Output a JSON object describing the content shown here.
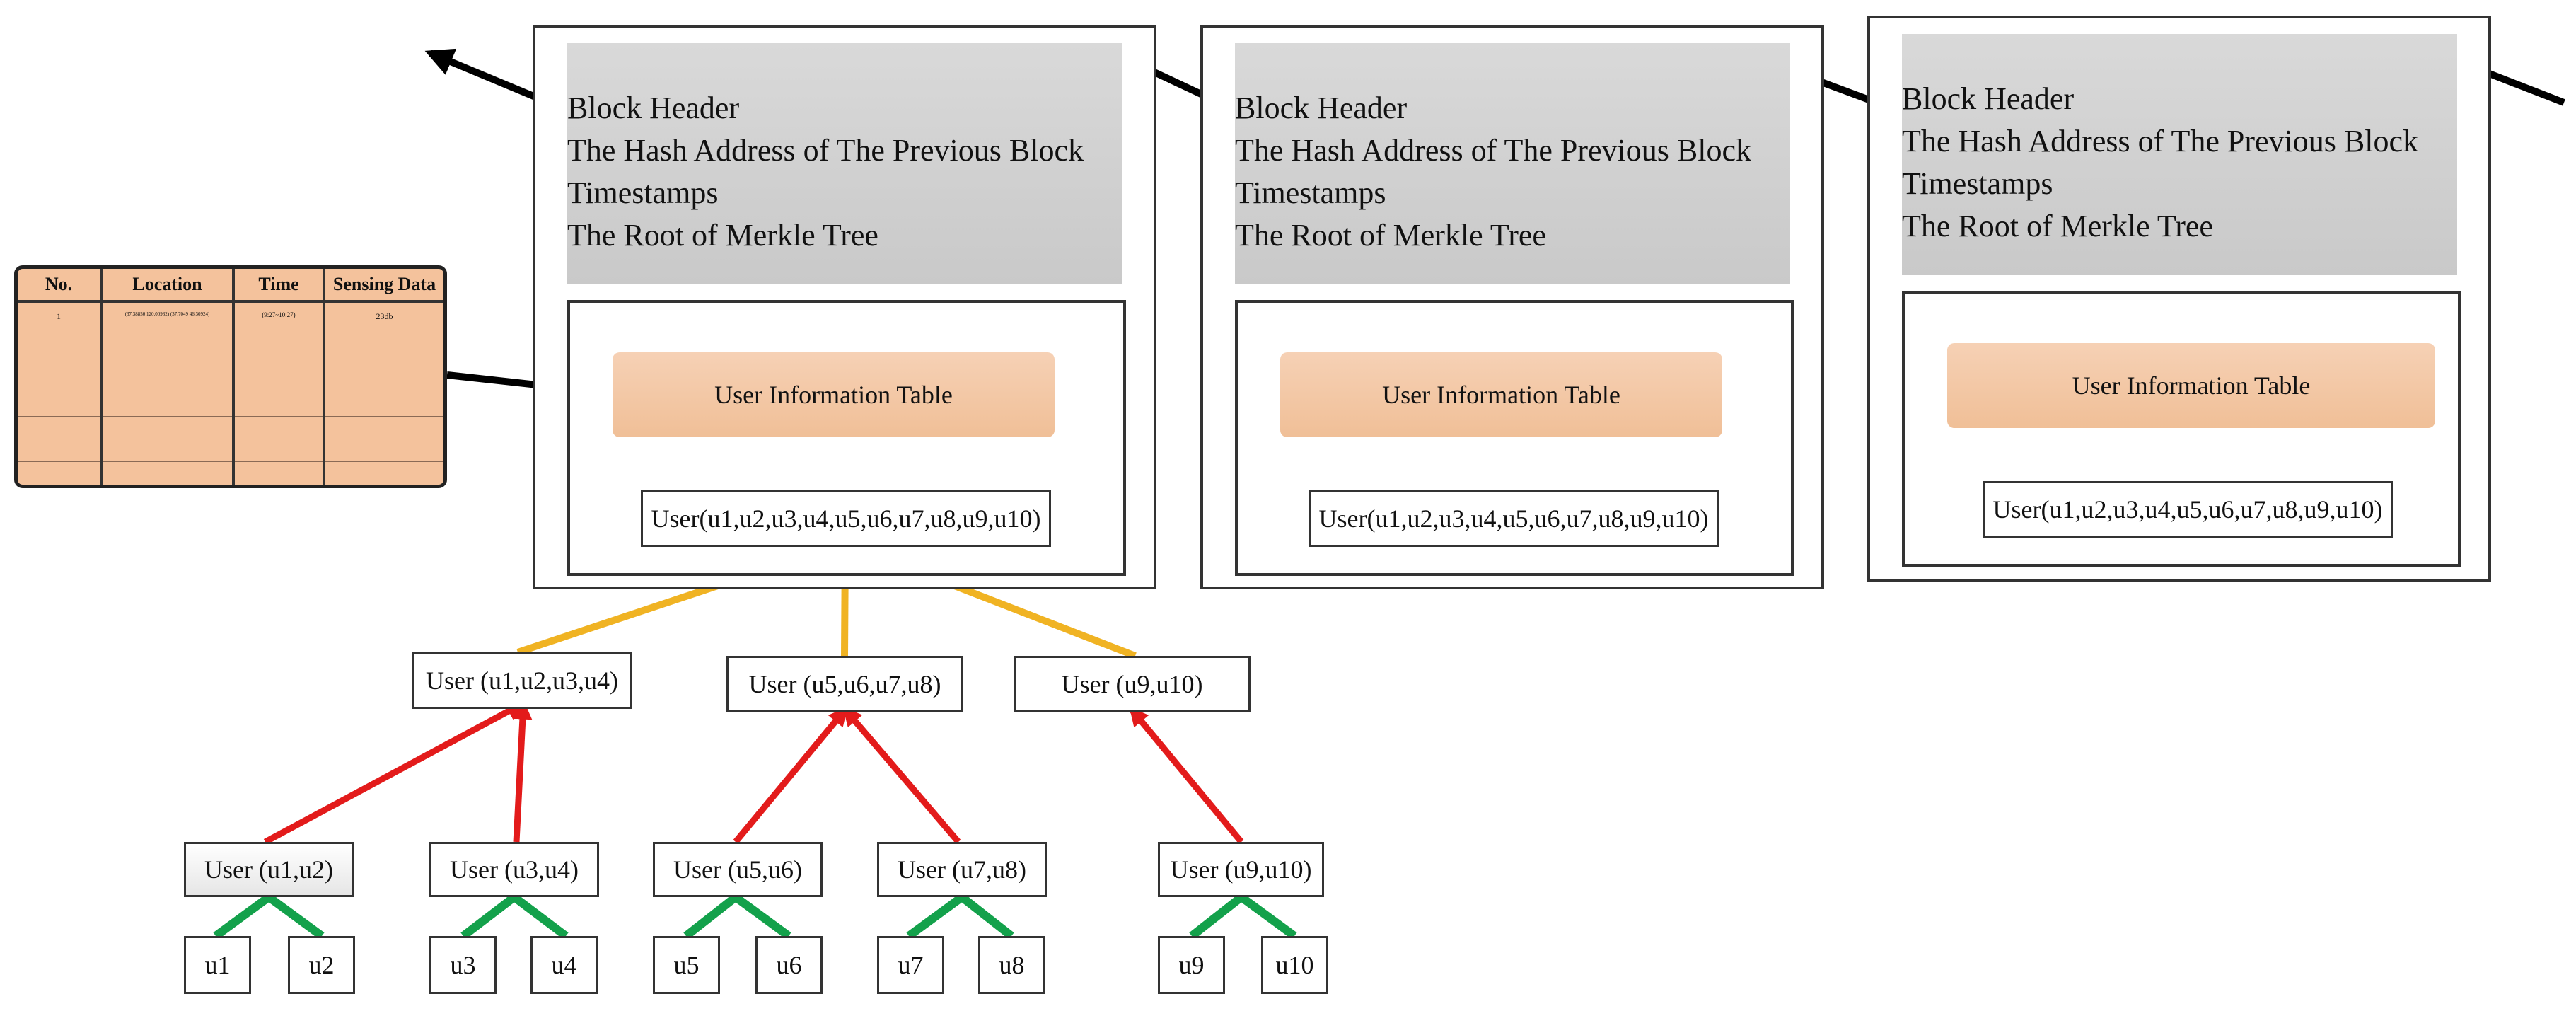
{
  "blocks": [
    {
      "header_lines": [
        "Block Header",
        "The Hash Address of The Previous Block",
        "Timestamps",
        "The Root of Merkle Tree"
      ],
      "table_label": "User Information Table",
      "users_label": "User(u1,u2,u3,u4,u5,u6,u7,u8,u9,u10)"
    },
    {
      "header_lines": [
        "Block Header",
        "The Hash Address of The Previous Block",
        "Timestamps",
        "The Root of Merkle Tree"
      ],
      "table_label": "User Information Table",
      "users_label": "User(u1,u2,u3,u4,u5,u6,u7,u8,u9,u10)"
    },
    {
      "header_lines": [
        "Block Header",
        "The Hash Address of The Previous Block",
        "Timestamps",
        "The Root of Merkle Tree"
      ],
      "table_label": "User Information Table",
      "users_label": "User(u1,u2,u3,u4,u5,u6,u7,u8,u9,u10)"
    }
  ],
  "sensing_table": {
    "headers": [
      "No.",
      "Location",
      "Time",
      "Sensing Data"
    ],
    "rows": [
      [
        "1",
        "(37.38850 120.00932) (37.7049 46.30924)",
        "(9:27~10:27)",
        "23db"
      ],
      [
        "",
        "",
        "",
        ""
      ],
      [
        "",
        "",
        "",
        ""
      ],
      [
        "",
        "",
        "",
        ""
      ]
    ]
  },
  "merkle_tree": {
    "level1": [
      "User (u1,u2,u3,u4)",
      "User (u5,u6,u7,u8)",
      "User (u9,u10)"
    ],
    "level2": [
      "User (u1,u2)",
      "User (u3,u4)",
      "User (u5,u6)",
      "User (u7,u8)",
      "User (u9,u10)"
    ],
    "leaves": [
      "u1",
      "u2",
      "u3",
      "u4",
      "u5",
      "u6",
      "u7",
      "u8",
      "u9",
      "u10"
    ]
  },
  "colors": {
    "root_edges": "#f0b323",
    "mid_edges": "#e31b1b",
    "leaf_edges": "#13a14b",
    "chain_arrows": "#000000",
    "header_fill": "#d4d4d4",
    "table_fill": "#f4c29c"
  }
}
